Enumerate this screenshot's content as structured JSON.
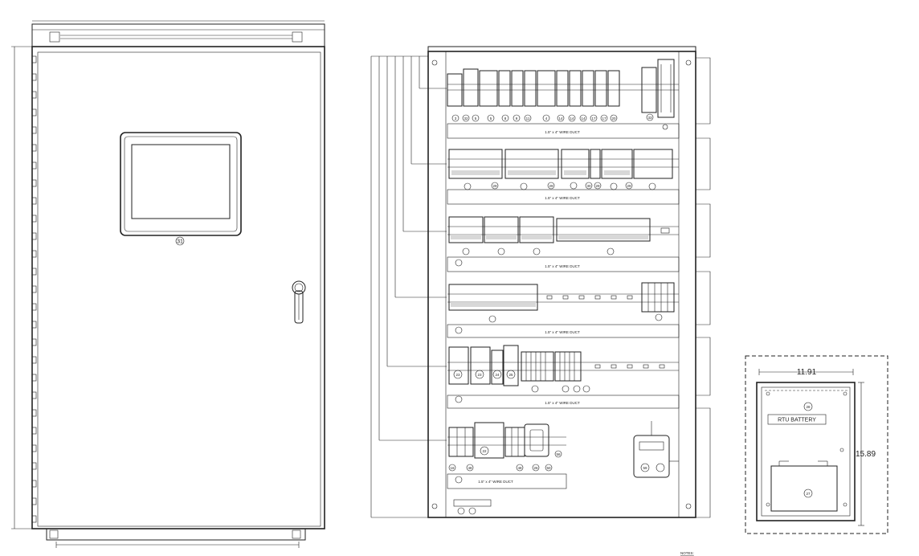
{
  "door": {
    "hmi_callout": "31"
  },
  "panel": {
    "rows": [
      {
        "callouts": [
          "3",
          "32",
          "5",
          "5",
          "8",
          "9",
          "11",
          "4",
          "14",
          "14",
          "14",
          "17",
          "17",
          "20",
          "33"
        ],
        "duct": "1.5\" x 4\" WIRE DUCT"
      },
      {
        "callouts": [
          "29",
          "29",
          "29",
          "30",
          "29"
        ],
        "duct": "1.5\" x 4\" WIRE DUCT"
      },
      {
        "callouts": [],
        "duct": "1.5\" x 4\" WIRE DUCT"
      },
      {
        "callouts": [],
        "duct": "1.5\" x 4\" WIRE DUCT"
      },
      {
        "callouts": [
          "23",
          "23",
          "24",
          "25"
        ],
        "duct": "1.5\" x 4\" WIRE DUCT"
      },
      {
        "callouts": [
          "16",
          "48",
          "22",
          "48",
          "26",
          "50",
          "56",
          "59"
        ],
        "duct": "1.5\" x 4\" WIRE DUCT"
      }
    ]
  },
  "battery_box": {
    "width_label": "11.91",
    "height_label": "15.89",
    "callout_top": "28",
    "callout_bottom": "27",
    "label": "RTU BATTERY"
  },
  "notes_label": "NOTES:"
}
